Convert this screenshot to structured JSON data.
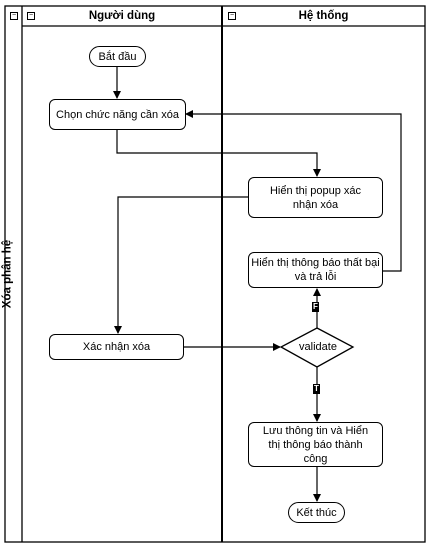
{
  "pool": {
    "title": "Xóa phân hệ"
  },
  "lanes": [
    {
      "title": "Người dùng"
    },
    {
      "title": "Hệ thống"
    }
  ],
  "nodes": {
    "start": "Bắt đầu",
    "choose": "Chọn chức năng cần xóa",
    "show_popup": "Hiển thị popup xác nhận xóa",
    "confirm": "Xác nhận xóa",
    "validate": "validate",
    "fail_msg": "Hiển thị thông báo thất bại và trả lỗi",
    "save_success": "Lưu thông tin và Hiển thị thông báo thành công",
    "end": "Kết thúc"
  },
  "edge_labels": {
    "false": "F",
    "true": "T"
  }
}
